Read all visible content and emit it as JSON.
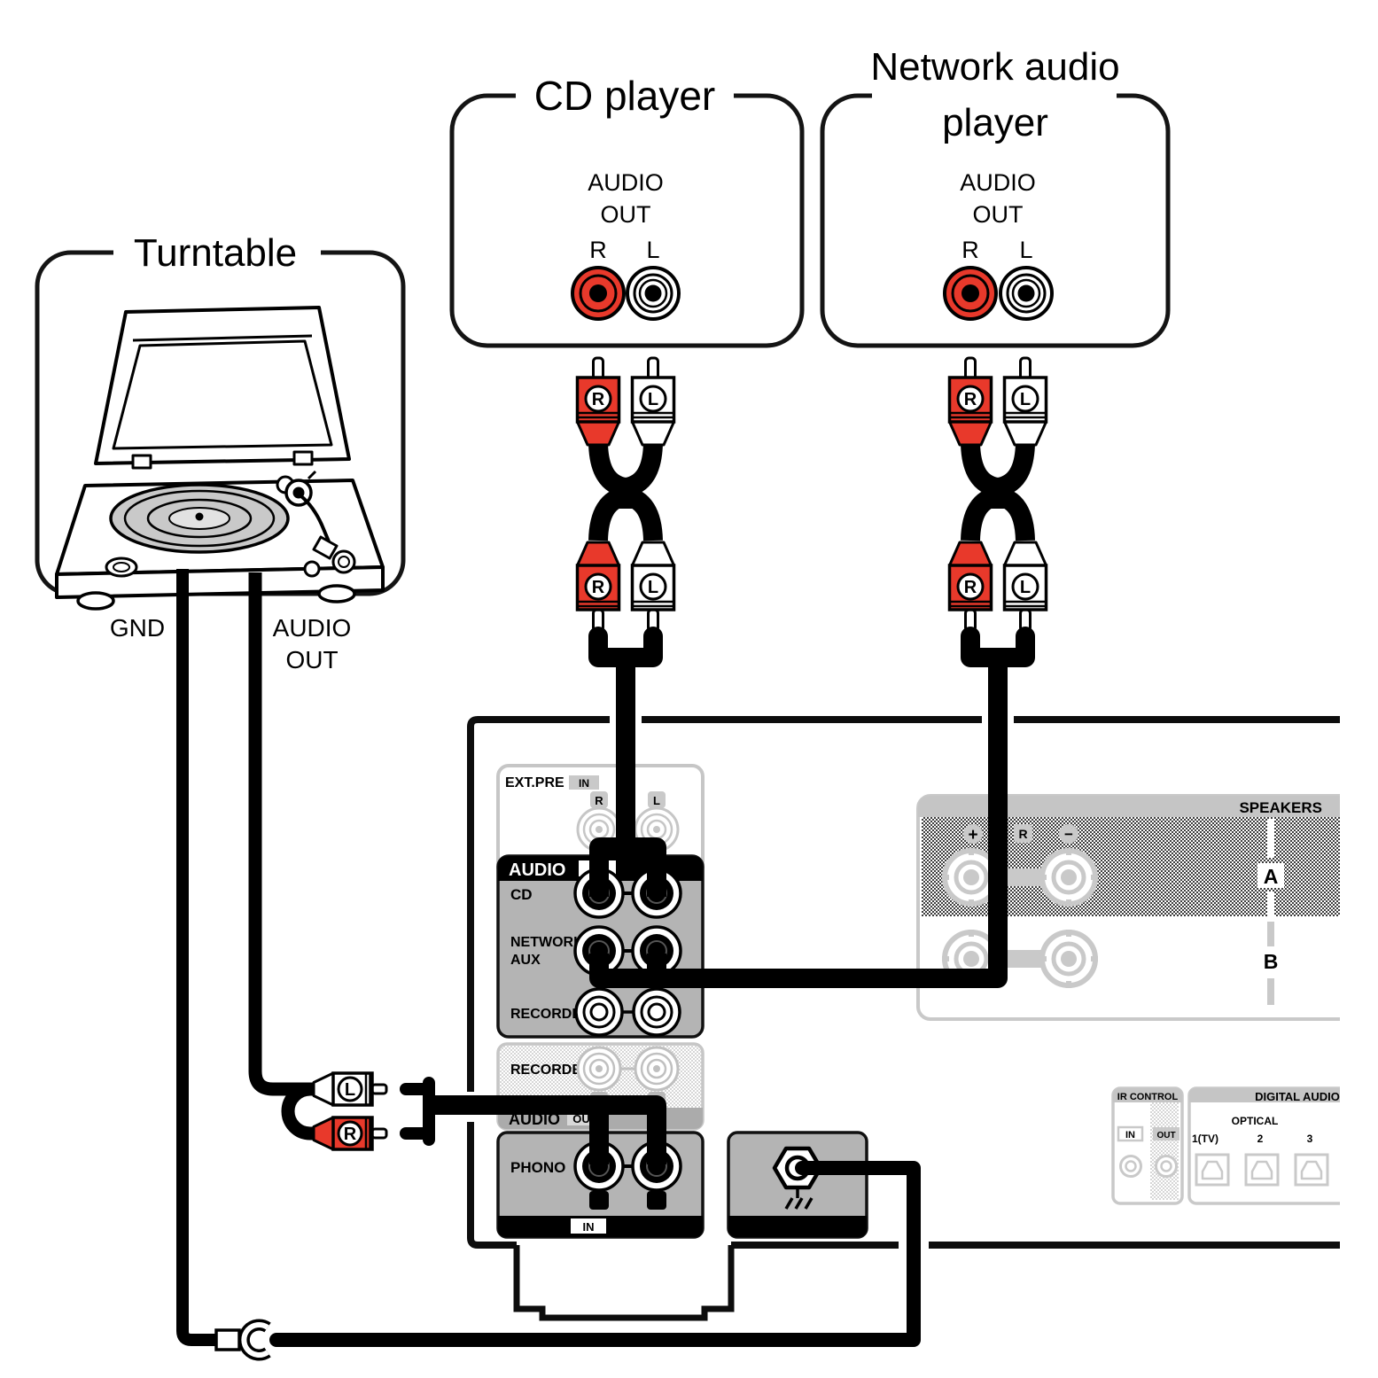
{
  "diagram": {
    "common": {
      "audio": "AUDIO",
      "out": "OUT",
      "in": "IN",
      "r": "R",
      "l": "L"
    },
    "devices": {
      "cd_player": {
        "title": "CD player"
      },
      "network_player": {
        "title_line1": "Network audio",
        "title_line2": "player"
      },
      "turntable": {
        "title": "Turntable",
        "gnd_label": "GND"
      }
    },
    "amplifier": {
      "ext_pre": {
        "label": "EXT.PRE"
      },
      "audio_in": {
        "label": "AUDIO",
        "row_cd": "CD",
        "row_network_line1": "NETWORK/",
        "row_network_line2": "AUX",
        "row_recorder": "RECORDER"
      },
      "recorder_out": {
        "label": "RECORDER"
      },
      "phono": {
        "label": "PHONO"
      },
      "signal_gnd": {
        "label": "SIGNAL GND"
      },
      "speakers": {
        "label": "SPEAKERS",
        "plus": "+",
        "minus": "−",
        "group_a": "A",
        "group_b": "B"
      },
      "ir_control": {
        "label": "IR CONTROL"
      },
      "digital_audio": {
        "label": "DIGITAL AUDIO",
        "optical": "OPTICAL",
        "port1": "1(TV)",
        "port2": "2",
        "port3": "3"
      }
    },
    "colors": {
      "rca_red": "#e8392b",
      "panel_gray": "#b4b4b4",
      "faded_gray": "#c6c6c6",
      "black": "#000000"
    }
  }
}
